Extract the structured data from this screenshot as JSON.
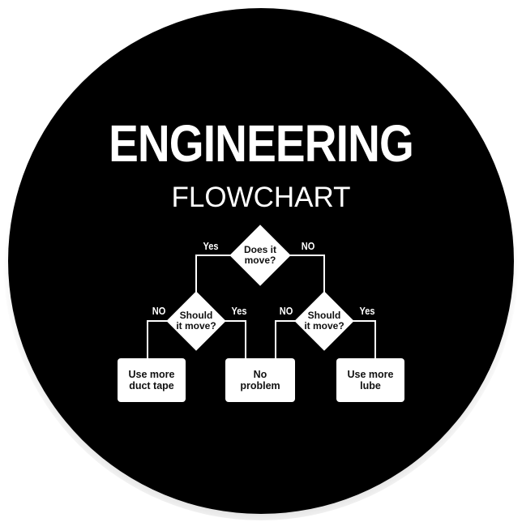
{
  "title": "ENGINEERING",
  "subtitle": "FLOWCHART",
  "colors": {
    "background": "#000000",
    "foreground": "#ffffff",
    "node_text": "#111111"
  },
  "nodes": {
    "root": "Does it\nmove?",
    "left_decision": "Should\nit move?",
    "right_decision": "Should\nit move?",
    "result_duct_tape": "Use more\nduct tape",
    "result_no_problem": "No\nproblem",
    "result_lube": "Use more\nlube"
  },
  "edges": {
    "root_yes": "Yes",
    "root_no": "NO",
    "left_no": "NO",
    "left_yes": "Yes",
    "right_no": "NO",
    "right_yes": "Yes"
  }
}
